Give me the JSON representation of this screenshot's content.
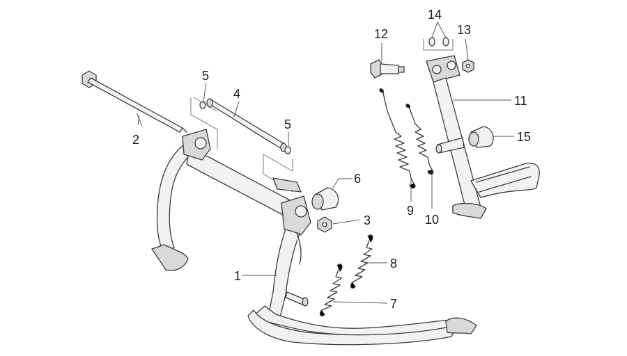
{
  "diagram": {
    "callouts": [
      {
        "id": "1",
        "label": "1"
      },
      {
        "id": "2",
        "label": "2"
      },
      {
        "id": "3",
        "label": "3"
      },
      {
        "id": "4",
        "label": "4"
      },
      {
        "id": "5a",
        "label": "5"
      },
      {
        "id": "5b",
        "label": "5"
      },
      {
        "id": "6",
        "label": "6"
      },
      {
        "id": "7",
        "label": "7"
      },
      {
        "id": "8",
        "label": "8"
      },
      {
        "id": "9",
        "label": "9"
      },
      {
        "id": "10",
        "label": "10"
      },
      {
        "id": "11",
        "label": "11"
      },
      {
        "id": "12",
        "label": "12"
      },
      {
        "id": "13",
        "label": "13"
      },
      {
        "id": "14",
        "label": "14"
      },
      {
        "id": "15",
        "label": "15"
      }
    ]
  }
}
